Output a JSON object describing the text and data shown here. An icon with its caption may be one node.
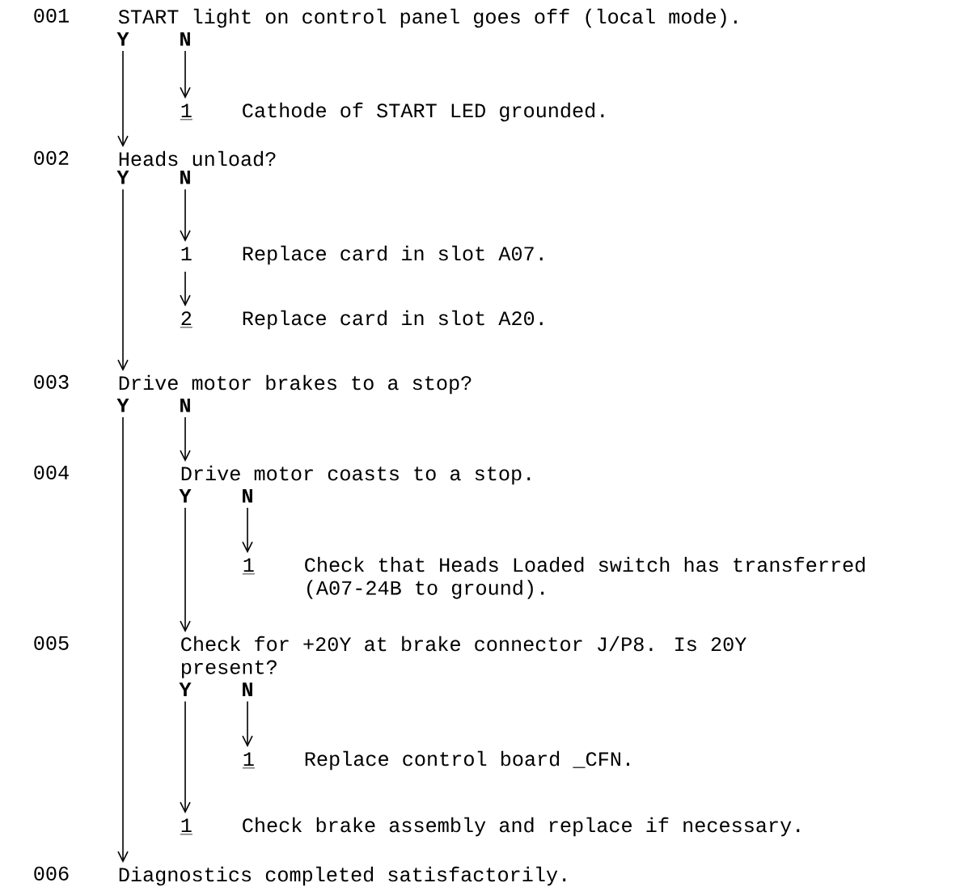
{
  "diagram": {
    "nodes": [
      {
        "text": [
          "START light on control panel goes off (local mode)."
        ]
      },
      {
        "text": [
          "1",
          "Cathode of START LED grounded."
        ]
      },
      {
        "text": [
          "Heads unload?"
        ]
      },
      {
        "text": [
          "1",
          "Replace card in slot A07."
        ]
      },
      {
        "text": [
          "2",
          "Replace card in slot A20."
        ]
      },
      {
        "text": [
          "Drive motor brakes to a stop?"
        ]
      },
      {
        "text": [
          "Drive motor coasts to a stop."
        ]
      },
      {
        "text": [
          "1",
          "Check that Heads Loaded switch has transferred (A07-24B to ground)."
        ]
      },
      {
        "text": [
          "Check for +20Y at brake connector J/P8. Is 20Y present?"
        ]
      },
      {
        "text": [
          "1",
          "Replace control board _CFN."
        ]
      },
      {
        "text": [
          "1",
          "Check brake assembly and replace if necessary."
        ]
      },
      {
        "text": [
          "Diagnostics completed satisfactorily."
        ]
      }
    ],
    "edges": [
      {
        "from": 0,
        "to": 2,
        "arrow": "to",
        "label": "Y"
      },
      {
        "from": 0,
        "to": 1,
        "arrow": "to",
        "label": "N"
      },
      {
        "from": 2,
        "to": 5,
        "arrow": "to",
        "label": "Y"
      },
      {
        "from": 2,
        "to": 3,
        "arrow": "to",
        "label": "N"
      },
      {
        "from": 3,
        "to": 4,
        "arrow": "to"
      },
      {
        "from": 5,
        "to": 11,
        "arrow": "to",
        "label": "Y"
      },
      {
        "from": 5,
        "to": 6,
        "arrow": "to",
        "label": "N"
      },
      {
        "from": 6,
        "to": 8,
        "arrow": "to",
        "label": "Y"
      },
      {
        "from": 6,
        "to": 7,
        "arrow": "to",
        "label": "N"
      },
      {
        "from": 8,
        "to": 10,
        "arrow": "to",
        "label": "Y"
      },
      {
        "from": 8,
        "to": 9,
        "arrow": "to",
        "label": "N"
      }
    ],
    "labels": [
      "001",
      "002",
      "003",
      "004",
      "005",
      "006"
    ]
  }
}
